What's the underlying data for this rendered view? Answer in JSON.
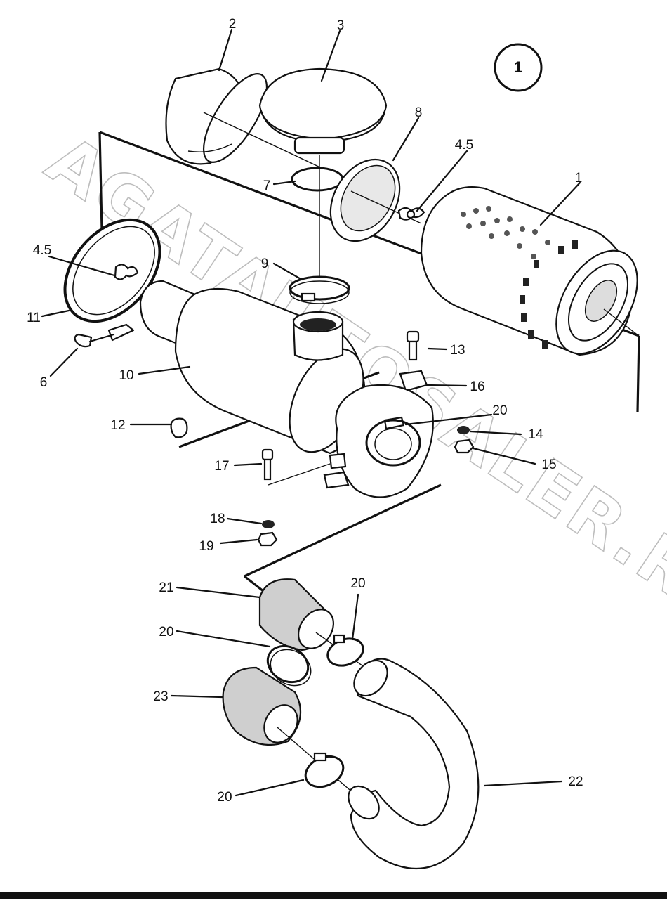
{
  "watermark": "AGATAUTOSALER.RU",
  "circle_label": "1",
  "callouts": [
    {
      "id": "c-1",
      "text": "1"
    },
    {
      "id": "c-2",
      "text": "2"
    },
    {
      "id": "c-3",
      "text": "3"
    },
    {
      "id": "c-45a",
      "text": "4.5"
    },
    {
      "id": "c-45b",
      "text": "4.5"
    },
    {
      "id": "c-6",
      "text": "6"
    },
    {
      "id": "c-7",
      "text": "7"
    },
    {
      "id": "c-8",
      "text": "8"
    },
    {
      "id": "c-9",
      "text": "9"
    },
    {
      "id": "c-10",
      "text": "10"
    },
    {
      "id": "c-11",
      "text": "11"
    },
    {
      "id": "c-12",
      "text": "12"
    },
    {
      "id": "c-13",
      "text": "13"
    },
    {
      "id": "c-14",
      "text": "14"
    },
    {
      "id": "c-15",
      "text": "15"
    },
    {
      "id": "c-16",
      "text": "16"
    },
    {
      "id": "c-17",
      "text": "17"
    },
    {
      "id": "c-18",
      "text": "18"
    },
    {
      "id": "c-19",
      "text": "19"
    },
    {
      "id": "c-20a",
      "text": "20"
    },
    {
      "id": "c-20b",
      "text": "20"
    },
    {
      "id": "c-20c",
      "text": "20"
    },
    {
      "id": "c-20d",
      "text": "20"
    },
    {
      "id": "c-21",
      "text": "21"
    },
    {
      "id": "c-22",
      "text": "22"
    },
    {
      "id": "c-23",
      "text": "23"
    }
  ]
}
